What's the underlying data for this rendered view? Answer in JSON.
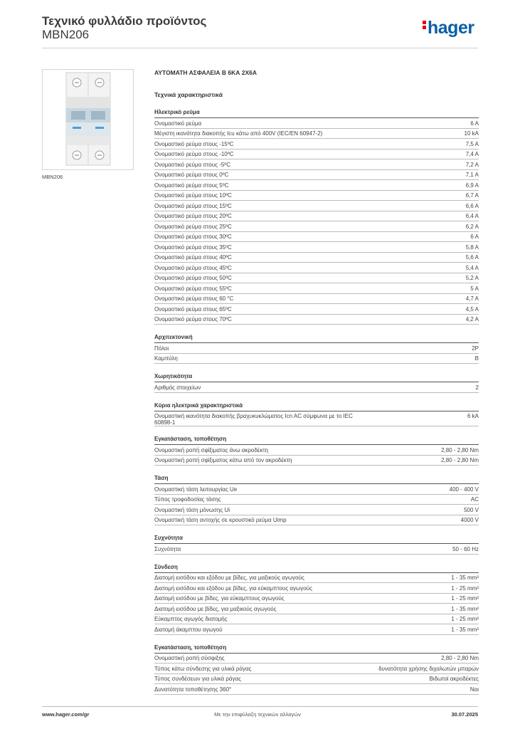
{
  "header": {
    "title": "Τεχνικό φυλλάδιο προϊόντος",
    "subtitle": "MBN206",
    "logo_text": "hager",
    "brand_color": "#0a5fa8",
    "accent_color": "#e30613"
  },
  "image": {
    "caption": "MBN206"
  },
  "product_title": "ΑΥΤΟΜΑΤΗ ΑΣΦΑΛΕΙΑ Β 6ΚΑ 2Χ6Α",
  "section_title": "Τεχνικά χαρακτηριστικά",
  "sections": [
    {
      "title": "Ηλεκτρικό ρεύμα",
      "rows": [
        {
          "label": "Ονομαστικό ρεύμα",
          "value": "6 A"
        },
        {
          "label": "Μέγιστη ικανότητα διακοπής Icu κάτω από 400V (IEC/EN 60947-2)",
          "value": "10 kA"
        },
        {
          "label": "Ονομαστικό ρεύμα στους -15ºC",
          "value": "7,5 A"
        },
        {
          "label": "Ονομαστικό ρεύμα στους -10ºC",
          "value": "7,4 A"
        },
        {
          "label": "Ονομαστικό ρεύμα στους -5ºC",
          "value": "7,2 A"
        },
        {
          "label": "Ονομαστικό ρεύμα στους 0ºC",
          "value": "7,1 A"
        },
        {
          "label": "Ονομαστικό ρεύμα στους 5ºC",
          "value": "6,9 A"
        },
        {
          "label": "Ονομαστικό ρεύμα στους 10ºC",
          "value": "6,7 A"
        },
        {
          "label": "Ονομαστικό ρεύμα στους 15ºC",
          "value": "6,6 A"
        },
        {
          "label": "Ονομαστικό ρεύμα στους 20ºC",
          "value": "6,4 A"
        },
        {
          "label": "Ονομαστικό ρεύμα στους 25ºC",
          "value": "6,2 A"
        },
        {
          "label": "Ονομαστικό ρεύμα στους 30ºC",
          "value": "6 A"
        },
        {
          "label": "Ονομαστικό ρεύμα στους 35ºC",
          "value": "5,8 A"
        },
        {
          "label": "Ονομαστικό ρεύμα στους 40ºC",
          "value": "5,6 A"
        },
        {
          "label": "Ονομαστικό ρεύμα στους 45ºC",
          "value": "5,4 A"
        },
        {
          "label": "Ονομαστικό ρεύμα στους 50ºC",
          "value": "5,2 A"
        },
        {
          "label": "Ονομαστικό ρεύμα στους 55ºC",
          "value": "5 A"
        },
        {
          "label": "Ονομαστικό ρεύμα στους 60 °C",
          "value": "4,7 A"
        },
        {
          "label": "Ονομαστικό ρεύμα στους 65ºC",
          "value": "4,5 A"
        },
        {
          "label": "Ονομαστικό ρεύμα στους 70ºC",
          "value": "4,2 A"
        }
      ]
    },
    {
      "title": "Αρχιτεκτονική",
      "rows": [
        {
          "label": "Πόλοι",
          "value": "2P"
        },
        {
          "label": "Καμπύλη",
          "value": "B"
        }
      ]
    },
    {
      "title": "Χωρητικότητα",
      "rows": [
        {
          "label": "Αριθμός στοιχείων",
          "value": "2"
        }
      ]
    },
    {
      "title": "Κύρια ηλεκτρικά χαρακτηριστικά",
      "rows": [
        {
          "label": "Ονομαστική ικανότητα διακοπής βραχυκυκλώματος Icn AC σύμφωνα με το IEC 60898-1",
          "value": "6 kA"
        }
      ]
    },
    {
      "title": "Εγκατάσταση, τοποθέτηση",
      "rows": [
        {
          "label": "Ονομαστική ροπή σφίξιματος άνω ακροδέκτη",
          "value": "2,80 - 2,80 Nm"
        },
        {
          "label": "Ονομαστική ροπή σφίξιματος κάτω από τον ακροδέκτη",
          "value": "2,80 - 2,80 Nm"
        }
      ]
    },
    {
      "title": "Τάση",
      "rows": [
        {
          "label": "Ονομαστική τάση λειτουργίας Ue",
          "value": "400 - 400 V"
        },
        {
          "label": "Τύπος τροφοδοσίας τάσης",
          "value": "AC"
        },
        {
          "label": "Ονομαστική τάση μόνωσης Ui",
          "value": "500 V"
        },
        {
          "label": "Ονομαστική τάση αντοχής σε κρουστικό ρεύμα Uimp",
          "value": "4000 V"
        }
      ]
    },
    {
      "title": "Συχνότητα",
      "rows": [
        {
          "label": "Συχνότητα",
          "value": "50 - 60 Hz"
        }
      ]
    },
    {
      "title": "Σύνδεση",
      "rows": [
        {
          "label": "Διατομή εισόδου και εξόδου με βίδες, για μαξικούς αγωγούς",
          "value": "1 - 35 mm²"
        },
        {
          "label": "Διατομή εισόδου και εξόδου με βίδες, για εύκαμπτους αγωγούς",
          "value": "1 - 25 mm²"
        },
        {
          "label": "Διατομή εισόδου με βίδες, για εύκαμπτους αγωγούς",
          "value": "1 - 25 mm²"
        },
        {
          "label": "Διατομή εισόδου με βίδες, για μαξικούς αγωγούς",
          "value": "1 - 35 mm²"
        },
        {
          "label": "Εύκαμπτος αγωγός διατομής",
          "value": "1 - 25 mm²"
        },
        {
          "label": "Διατομή άκαμπτου αγωγού",
          "value": "1 - 35 mm²"
        }
      ]
    },
    {
      "title": "Εγκατάσταση, τοποθέτηση",
      "rows": [
        {
          "label": "Ονομαστική ροπή σύσφιξης",
          "value": "2,80 - 2,80 Nm"
        },
        {
          "label": "Τύπος κάτω σύνδεσης για υλικά ράγας",
          "value": "δυνατότητα χρήσης διχαλωτών μπαρών"
        },
        {
          "label": "Τύπος συνδέσεων για υλικά ράγας",
          "value": "Βιδωτοί ακροδέκτες"
        },
        {
          "label": "Δυνατότητα τοποθέτησης 360°",
          "value": "Ναι"
        }
      ]
    }
  ],
  "footer": {
    "left": "www.hager.com/gr",
    "center": "Με την επιφύλαξη τεχνικών αλλαγών",
    "right": "30.07.2025"
  }
}
